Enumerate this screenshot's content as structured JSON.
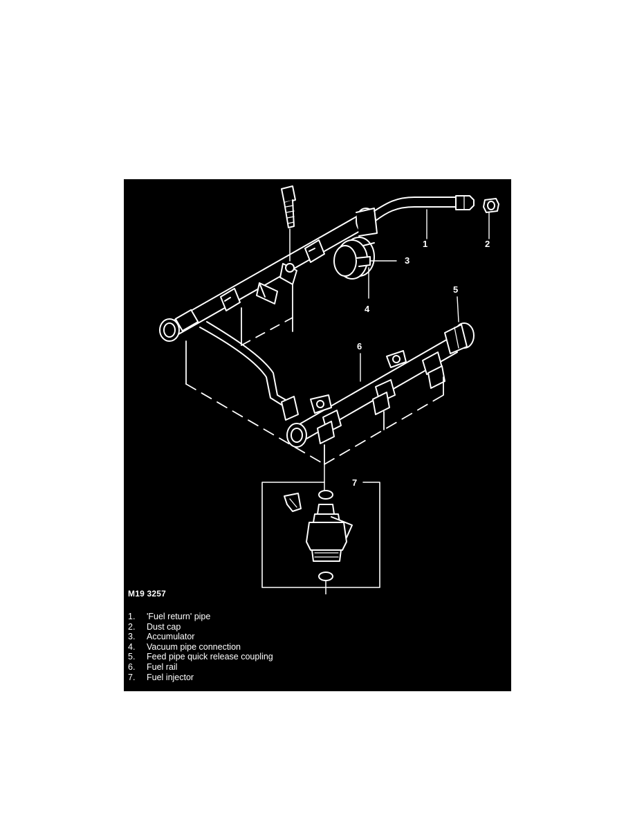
{
  "figure_id": "M19 3257",
  "callouts": [
    "1",
    "2",
    "3",
    "4",
    "5",
    "6",
    "7"
  ],
  "legend": [
    {
      "num": "1.",
      "text": "'Fuel return' pipe"
    },
    {
      "num": "2.",
      "text": "Dust cap"
    },
    {
      "num": "3.",
      "text": "Accumulator"
    },
    {
      "num": "4.",
      "text": "Vacuum pipe connection"
    },
    {
      "num": "5.",
      "text": "Feed pipe quick release coupling"
    },
    {
      "num": "6.",
      "text": "Fuel rail"
    },
    {
      "num": "7.",
      "text": "Fuel injector"
    }
  ],
  "colors": {
    "panel": "#000000",
    "line": "#ffffff",
    "text": "#ffffff"
  }
}
